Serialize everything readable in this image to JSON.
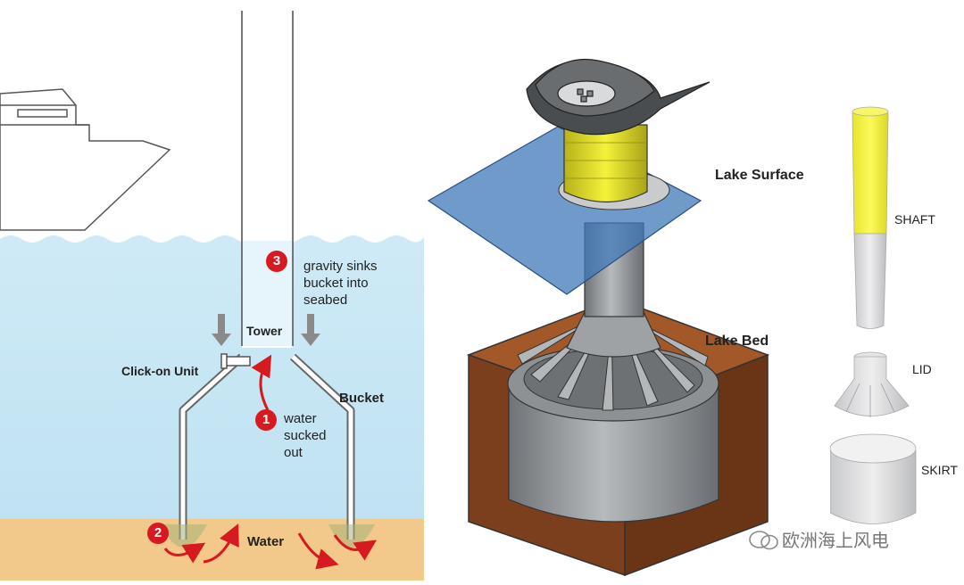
{
  "left_panel": {
    "labels": {
      "tower": "Tower",
      "click_on_unit": "Click-on Unit",
      "bucket": "Bucket",
      "water": "Water"
    },
    "steps": [
      {
        "number": "1",
        "text": "water\nsucked\nout"
      },
      {
        "number": "2",
        "text": ""
      },
      {
        "number": "3",
        "text": "gravity sinks\nbucket into\nseabed"
      }
    ]
  },
  "middle_panel": {
    "labels": {
      "lake_surface": "Lake Surface",
      "lake_bed": "Lake Bed"
    }
  },
  "right_panel": {
    "labels": {
      "shaft": "SHAFT",
      "lid": "LID",
      "skirt": "SKIRT"
    }
  },
  "watermark": {
    "text": "欧洲海上风电",
    "icon": "wechat-icon"
  },
  "colors": {
    "sea": "#c9e9f6",
    "seabed": "#f2c98b",
    "marker_red": "#d71920",
    "lake_plane": "#3f78b8",
    "soil": "#8a4a22",
    "shaft_yellow": "#f4f23a",
    "steel_grey": "#a9acb0"
  }
}
